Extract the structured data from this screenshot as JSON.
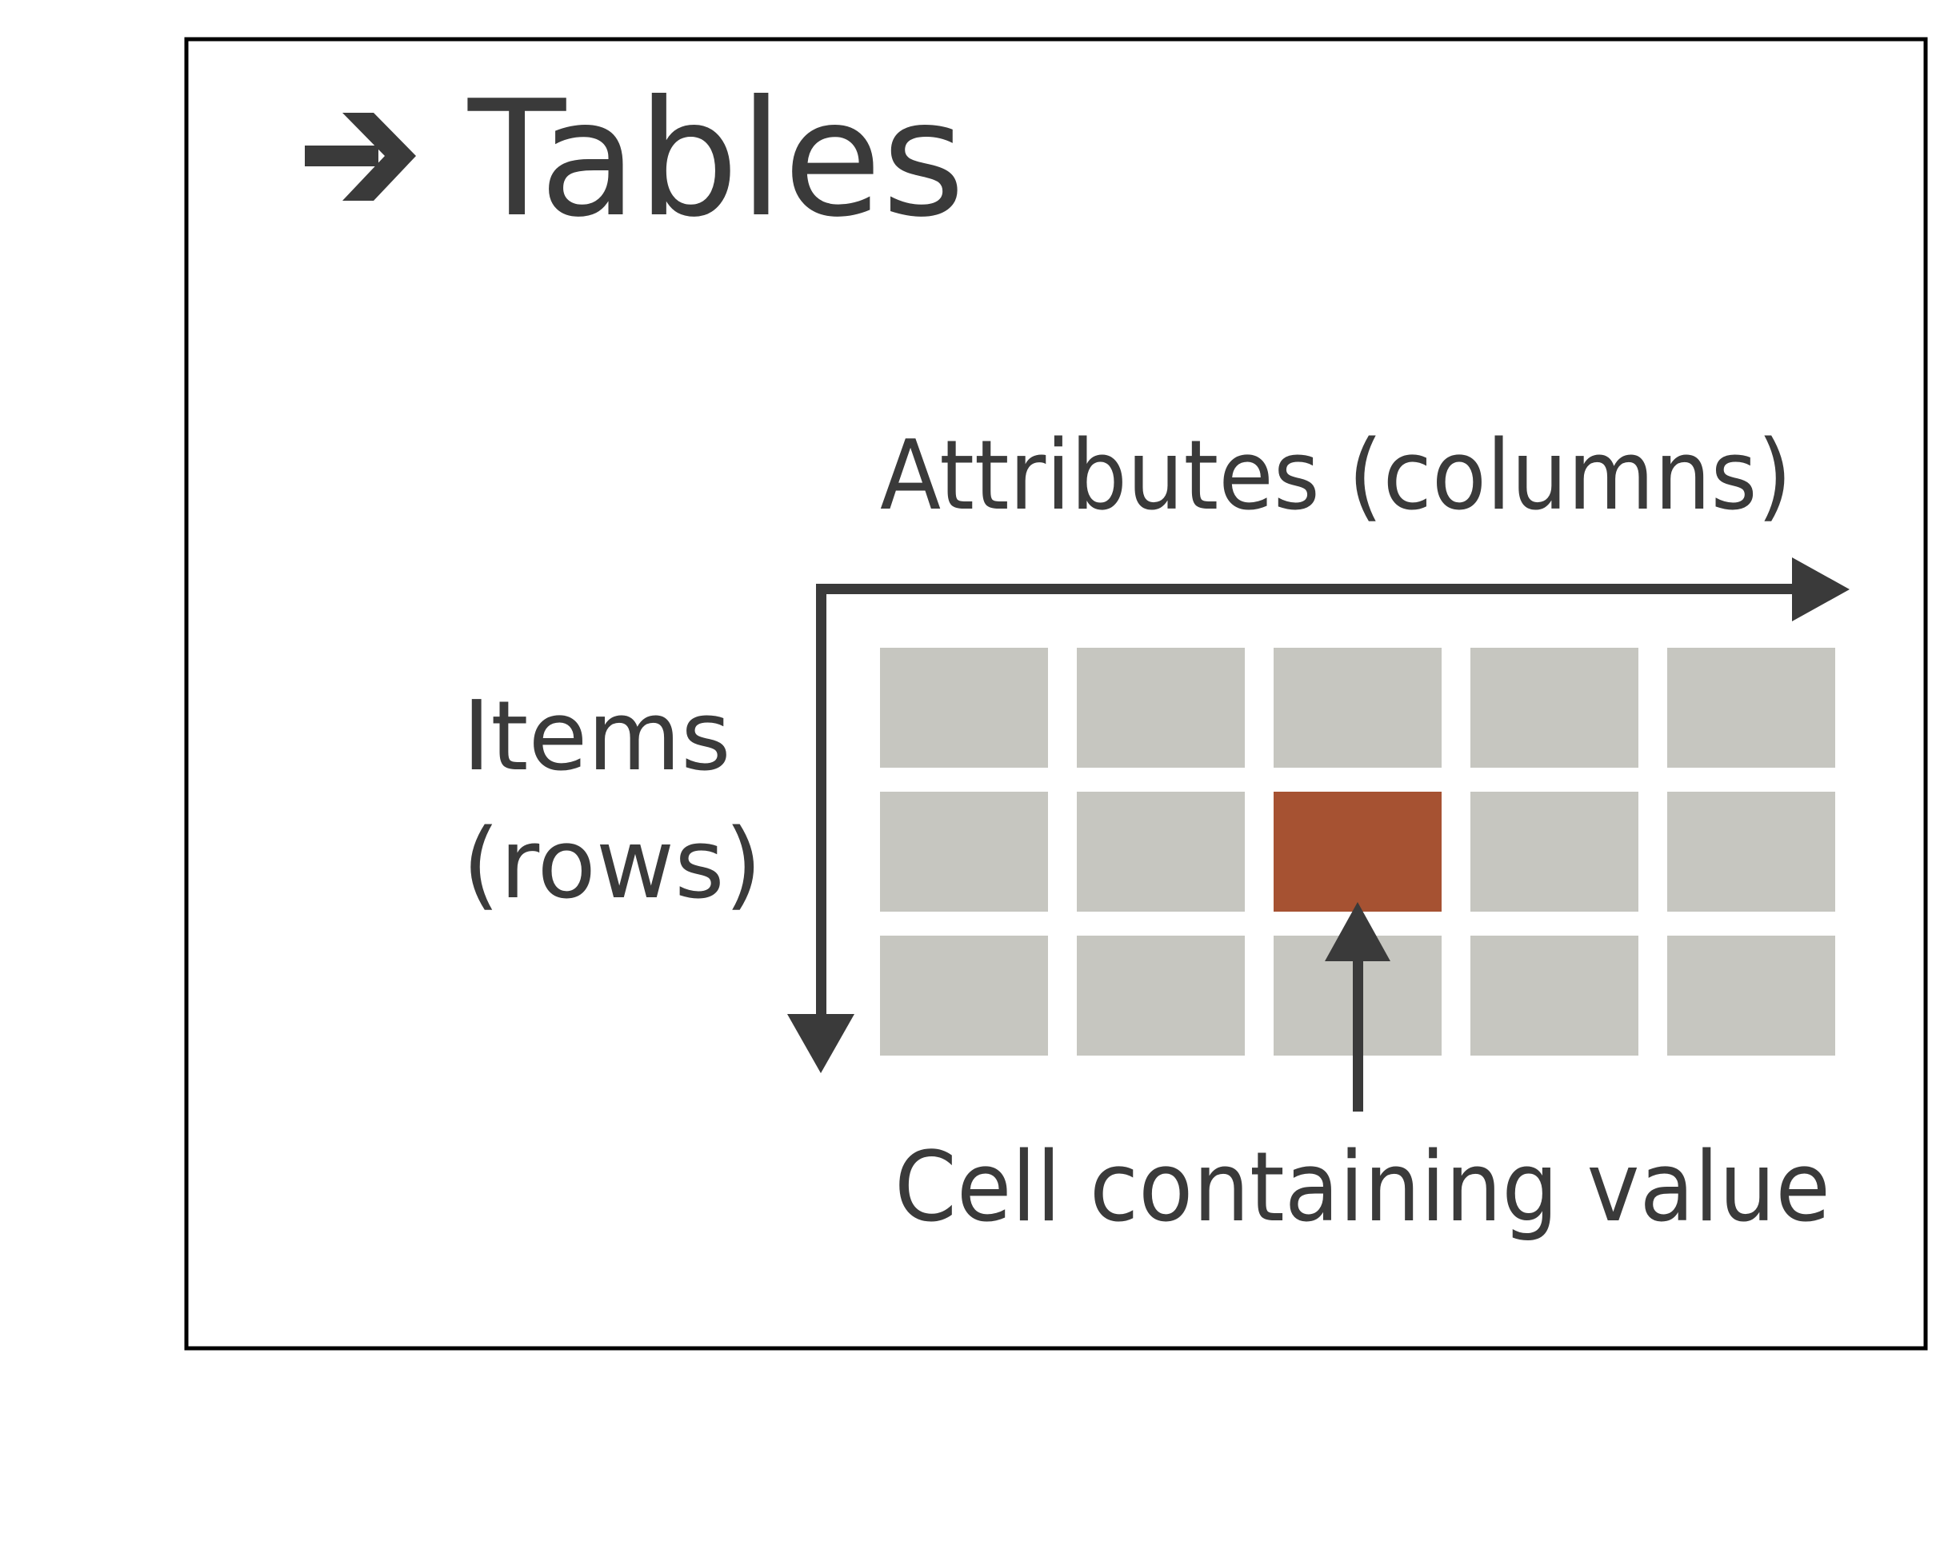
{
  "title": "Tables",
  "labels": {
    "attributes": "Attributes (columns)",
    "items_line1": "Items",
    "items_line2": "(rows)",
    "cell": "Cell containing value"
  },
  "grid": {
    "rows": 3,
    "columns": 5,
    "highlighted_cell": {
      "row": 2,
      "column": 3
    }
  },
  "icons": {
    "title_marker": "arrow-right-icon"
  },
  "colors": {
    "ink": "#3a3a3a",
    "cell": "#c6c6c0",
    "highlight": "#a65232",
    "frame": "#000000",
    "background": "#ffffff"
  }
}
